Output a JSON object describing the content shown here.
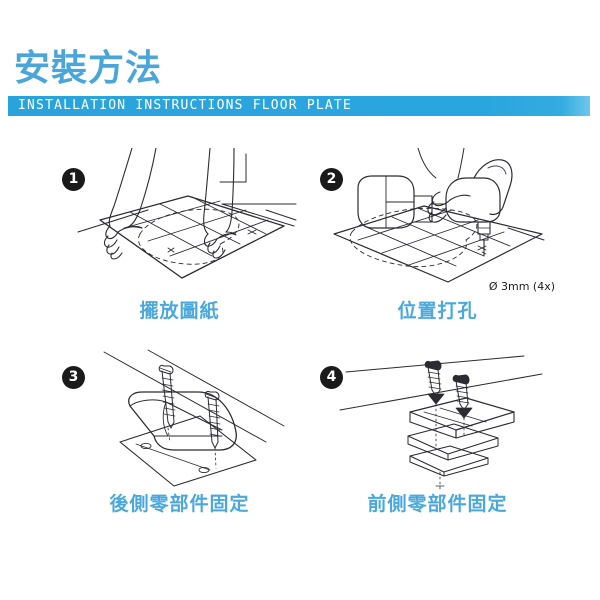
{
  "header": {
    "title": "安裝方法",
    "banner": "INSTALLATION INSTRUCTIONS FLOOR PLATE",
    "title_color": "#4aa6da",
    "banner_bg_color": "#29a3dc",
    "banner_text_color": "#ffffff"
  },
  "caption_color": "#4aa8dd",
  "badge_bg_color": "#1a1a1a",
  "steps": [
    {
      "number": "1",
      "caption": "擺放圖紙",
      "illustration": "hands-placing-paper-template-on-floor",
      "note": ""
    },
    {
      "number": "2",
      "caption": "位置打孔",
      "illustration": "cordless-drill-drilling-holes-through-template",
      "note": "Ø 3mm (4x)"
    },
    {
      "number": "3",
      "caption": "後側零部件固定",
      "illustration": "rear-bracket-fastened-with-two-screws",
      "note": ""
    },
    {
      "number": "4",
      "caption": "前側零部件固定",
      "illustration": "front-plate-parts-exploded-with-two-screws",
      "note": ""
    }
  ]
}
